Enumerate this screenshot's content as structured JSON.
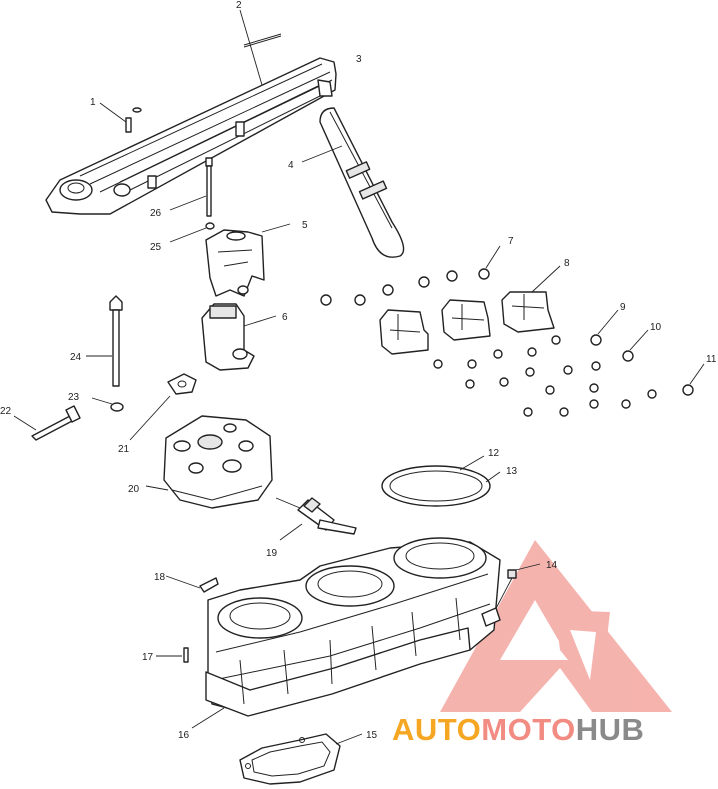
{
  "callouts": {
    "c1": "1",
    "c2": "2",
    "c3": "3",
    "c4": "4",
    "c5": "5",
    "c6": "6",
    "c7": "7",
    "c8": "8",
    "c9": "9",
    "c10": "10",
    "c11": "11",
    "c12": "12",
    "c13": "13",
    "c14": "14",
    "c15": "15",
    "c16": "16",
    "c17": "17",
    "c18": "18",
    "c19": "19",
    "c20": "20",
    "c21": "21",
    "c22": "22",
    "c23": "23",
    "c24": "24",
    "c25": "25",
    "c26": "26"
  },
  "watermark": {
    "part_auto": "AUTO",
    "part_moto": "MOTO",
    "part_hub": "HUB",
    "color_auto": "#f5a623",
    "color_moto": "#f28b82",
    "color_hub": "#8a8a8a",
    "logo_color": "#f4a6a0"
  }
}
